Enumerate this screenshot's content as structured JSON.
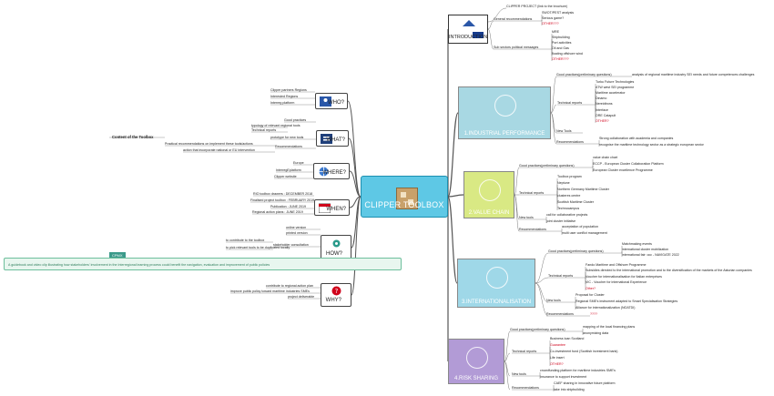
{
  "center": {
    "title": "CLIPPER TOOLBOX"
  },
  "toolbox_content": {
    "title": "Content of the Toolbox"
  },
  "who": {
    "label": "WHO?",
    "items": [
      "Clipper partners Regions",
      "Interested Regions",
      "Interreg platform"
    ]
  },
  "what": {
    "label": "WHAT?",
    "items": [
      "Good practices",
      "typology of relevant regional tools",
      "Technical reports",
      "prototype for new tools",
      "Recommendations"
    ],
    "policy_items": [
      "Practical recommendations on implement these tools/actions",
      "action that incorporate national or EU intervention"
    ]
  },
  "where": {
    "label": "WHERE?",
    "items": [
      "Europe",
      "InterregEplatform",
      "Clipper website"
    ]
  },
  "when": {
    "label": "WHEN?",
    "items": [
      "RIO toolbox drawers : DECEMBER 2018",
      "Finalised project toolbox : FEBRUARY 2019",
      "Publication : JUNE 2019",
      "Regional action plans : JUNE 2019"
    ]
  },
  "how": {
    "label": "HOW?",
    "items": [
      "online version",
      "printed version",
      "stakeholder consultation"
    ],
    "sub_items": [
      "to contribute to the toolbox",
      "to pick relevant tools to be duplicated locally"
    ]
  },
  "cpmx": {
    "label": "CPMX",
    "note": "A guidebook and video clip illustrating how stakeholders' involvement in the Interregional learning process could benefit the navigation, evaluation and improvement of public policies"
  },
  "why": {
    "label": "WHY?",
    "items": [
      "contribute to regional action plan",
      "improve public policy toward maritime industries SMEs",
      "project deliverable"
    ]
  },
  "intro": {
    "label": "INTRODUCTION",
    "branches": [
      {
        "label": "General recommendations",
        "items": [
          "SWOT/PEST analysis",
          "Serious game?",
          "OTHER???"
        ]
      },
      {
        "label": "Sub sectors political messages",
        "items": [
          "MRE",
          "Shipbuilding",
          "Port activities",
          "Oil and Gas",
          "floating offshore wind",
          "OTHER???"
        ]
      }
    ],
    "top_item": "CLIPPER PROJECT (link to the brochure)"
  },
  "sections": [
    {
      "label": "1.INDUSTRIAL PERFORMANCE",
      "color": "#a8d8e3",
      "branches": [
        {
          "label": "Good practices(preliminary questions)",
          "items": [
            "analysis of regional maritime industry SEI needs and future competences challenges"
          ]
        },
        {
          "label": "Technical reports",
          "items": [
            "Turku Future Technologies",
            "ATW west SEI programme",
            "Maritime accelerator",
            "Dinamo",
            "Nereidtrons",
            "Interface",
            "ORE Catapult",
            "OTHER?"
          ]
        },
        {
          "label": "New Tools",
          "items": []
        },
        {
          "label": "Recommendations",
          "items": [
            "Strong collaboration with academia and companies",
            "recognise the maritime technology sector as a strategic european sector"
          ]
        }
      ]
    },
    {
      "label": "2.VALUE CHAIN",
      "color": "#d9e984",
      "branches": [
        {
          "label": "Good practices(preliminary questions)",
          "items": [
            "value chain chart",
            "ECCP - European Cluster Collaboration Platform",
            "European Cluster excellence Programme"
          ]
        },
        {
          "label": "Technical reports",
          "items": [
            "Toolbox program",
            "Neptune",
            "Northern Germany Maritime Cluster",
            "clusteres centre",
            "Scottish Maritime Cluster",
            "Technocampus"
          ]
        },
        {
          "label": "New tools",
          "items": [
            "call for collaborative projects",
            "joint cluster initiative"
          ]
        },
        {
          "label": "Recommendations",
          "items": [
            "acceptation of population",
            "multi user conflict management"
          ]
        }
      ]
    },
    {
      "label": "3.INTERNATIONALISATION",
      "color": "#9fd8e8",
      "branches": [
        {
          "label": "Good practices(preliminary questions)",
          "items": [
            "Matchmaking events",
            "international cluster mobilization",
            "international fair: ccc - NAVIGATE 2022"
          ]
        },
        {
          "label": "Technical reports",
          "items": [
            "Fando Maritime and Offshore Programme",
            "Subsidies directed to the international promotion and to the diversification of the markets of the Asturian companies",
            "Voucher for internationalisation for Italian enterprises",
            "VIC - Voucher for international Experience",
            "Other?"
          ]
        },
        {
          "label": "New tools",
          "items": [
            "Proposal for Cluster",
            "Regional SME's instrument adapted to Smart Specialisation Strategies",
            "Alliance for internationalization (NOATDI)"
          ]
        },
        {
          "label": "Recommendations",
          "items": [
            "????"
          ]
        }
      ]
    },
    {
      "label": "4.RISK SHARING",
      "color": "#b29bd6",
      "branches": [
        {
          "label": "Good practices(preliminary questions)",
          "items": [
            "mapping of the local financing plans",
            "anonymizing data"
          ]
        },
        {
          "label": "Technical reports",
          "items": [
            "Business loan Scotland",
            "Guarantee",
            "Co-investment fund (Scottish investment bank)",
            "Life insert",
            "OTHER?"
          ]
        },
        {
          "label": "New tools",
          "items": [
            "crowdfunding platform for maritime industries SME's",
            "Insurance to support investment"
          ]
        },
        {
          "label": "Recommendations",
          "items": [
            "CAEF sharing in innovative future platform",
            "take into shipbuilding"
          ]
        }
      ]
    }
  ]
}
